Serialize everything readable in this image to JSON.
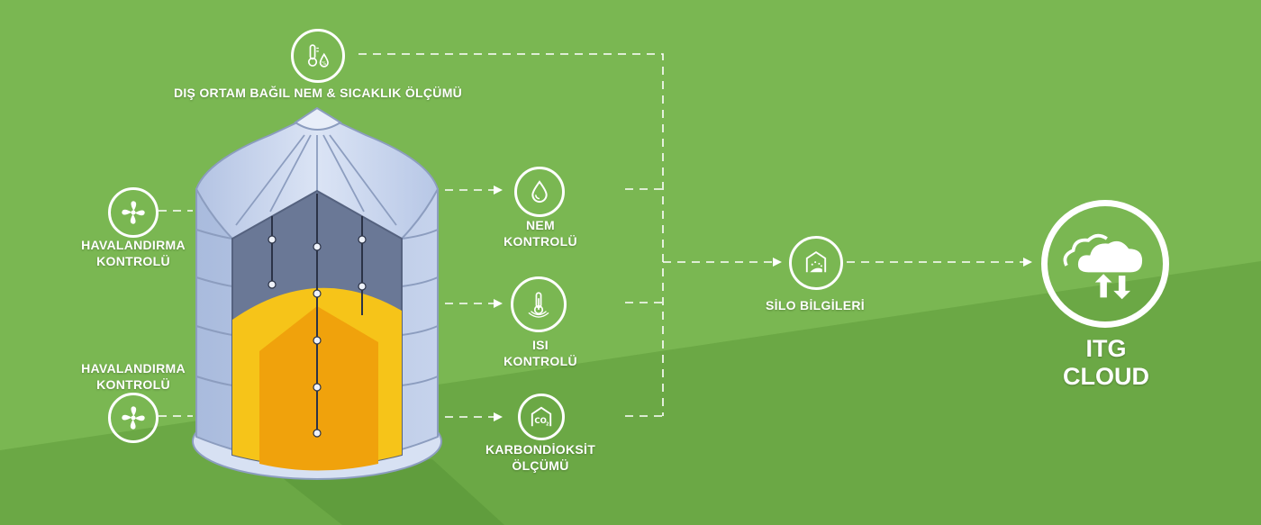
{
  "diagram": {
    "outdoor_sensor": {
      "label": "DIŞ ORTAM BAĞIL NEM & SICAKLIK ÖLÇÜMÜ",
      "icon": "thermometer-humidity-icon"
    },
    "ventilation_top": {
      "label_line1": "HAVALANDIRMA",
      "label_line2": "KONTROLÜ",
      "icon": "fan-icon"
    },
    "ventilation_bottom": {
      "label_line1": "HAVALANDIRMA",
      "label_line2": "KONTROLÜ",
      "icon": "fan-icon"
    },
    "humidity_control": {
      "label_line1": "NEM",
      "label_line2": "KONTROLÜ",
      "icon": "water-drop-icon"
    },
    "temperature_control": {
      "label_line1": "ISI",
      "label_line2": "KONTROLÜ",
      "icon": "thermometer-icon"
    },
    "co2_measurement": {
      "label_line1": "KARBONDİOKSİT",
      "label_line2": "ÖLÇÜMÜ",
      "icon": "co2-icon"
    },
    "silo_info": {
      "label": "SİLO BİLGİLERİ",
      "icon": "silo-info-icon"
    },
    "cloud": {
      "label_line1": "ITG",
      "label_line2": "CLOUD",
      "icon": "cloud-sync-icon"
    },
    "colors": {
      "background": "#79b652",
      "background_dark": "#6aa844",
      "grain": "#f6c419",
      "grain_dark": "#f0a20c",
      "silo_steel": "#b8c8e6",
      "silo_interior": "#6a7896",
      "connector": "#ffffff"
    }
  }
}
